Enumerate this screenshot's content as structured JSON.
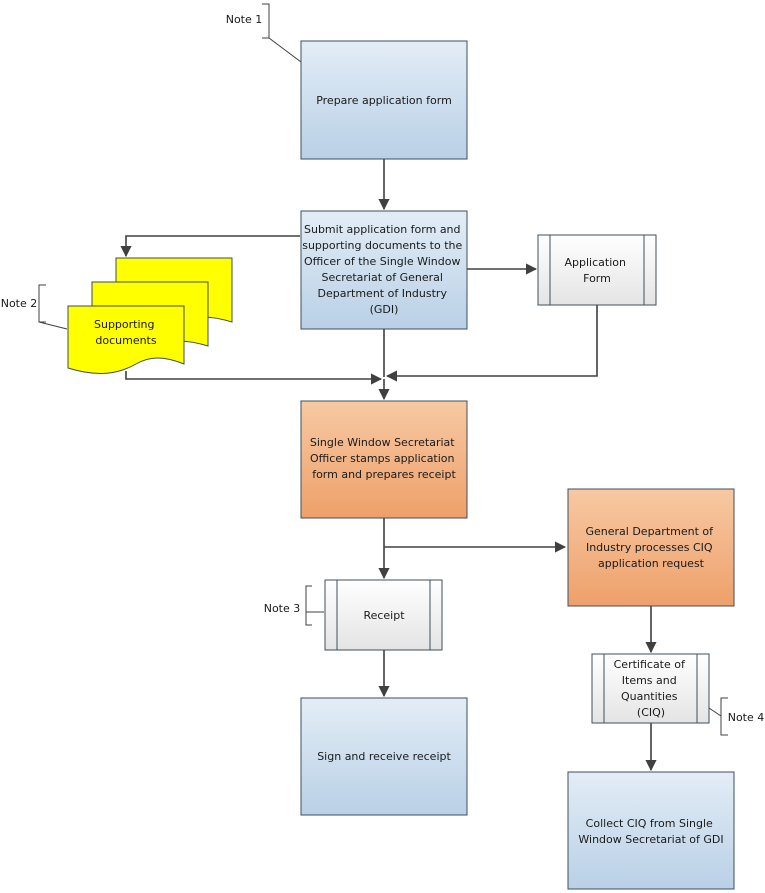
{
  "steps": {
    "prepare": "Prepare application form",
    "submit": [
      "Submit application form and",
      "supporting documents to the",
      "Officer of the Single Window",
      "Secretariat of General",
      "Department of Industry",
      "(GDI)"
    ],
    "stamp": [
      "Single Window Secretariat",
      "Officer stamps application",
      "form and prepares receipt"
    ],
    "gdi_process": [
      "General Department of",
      "Industry processes CIQ",
      "application request"
    ],
    "sign": "Sign and receive receipt",
    "collect": [
      "Collect CIQ from Single",
      "Window Secretariat of GDI"
    ]
  },
  "documents": {
    "application_form": [
      "Application",
      "Form"
    ],
    "supporting_documents": [
      "Supporting",
      "documents"
    ],
    "receipt": "Receipt",
    "ciq": [
      "Certificate of",
      "Items and",
      "Quantities",
      "(CIQ)"
    ]
  },
  "notes": {
    "note1": "Note 1",
    "note2": "Note 2",
    "note3": "Note 3",
    "note4": "Note 4"
  },
  "colors": {
    "process_blue_top": "#e3edf6",
    "process_blue_bottom": "#b9d0e6",
    "process_orange_top": "#f7c9a3",
    "process_orange_bottom": "#eea06a",
    "document_yellow": "#ffff00",
    "connector": "#404040"
  }
}
